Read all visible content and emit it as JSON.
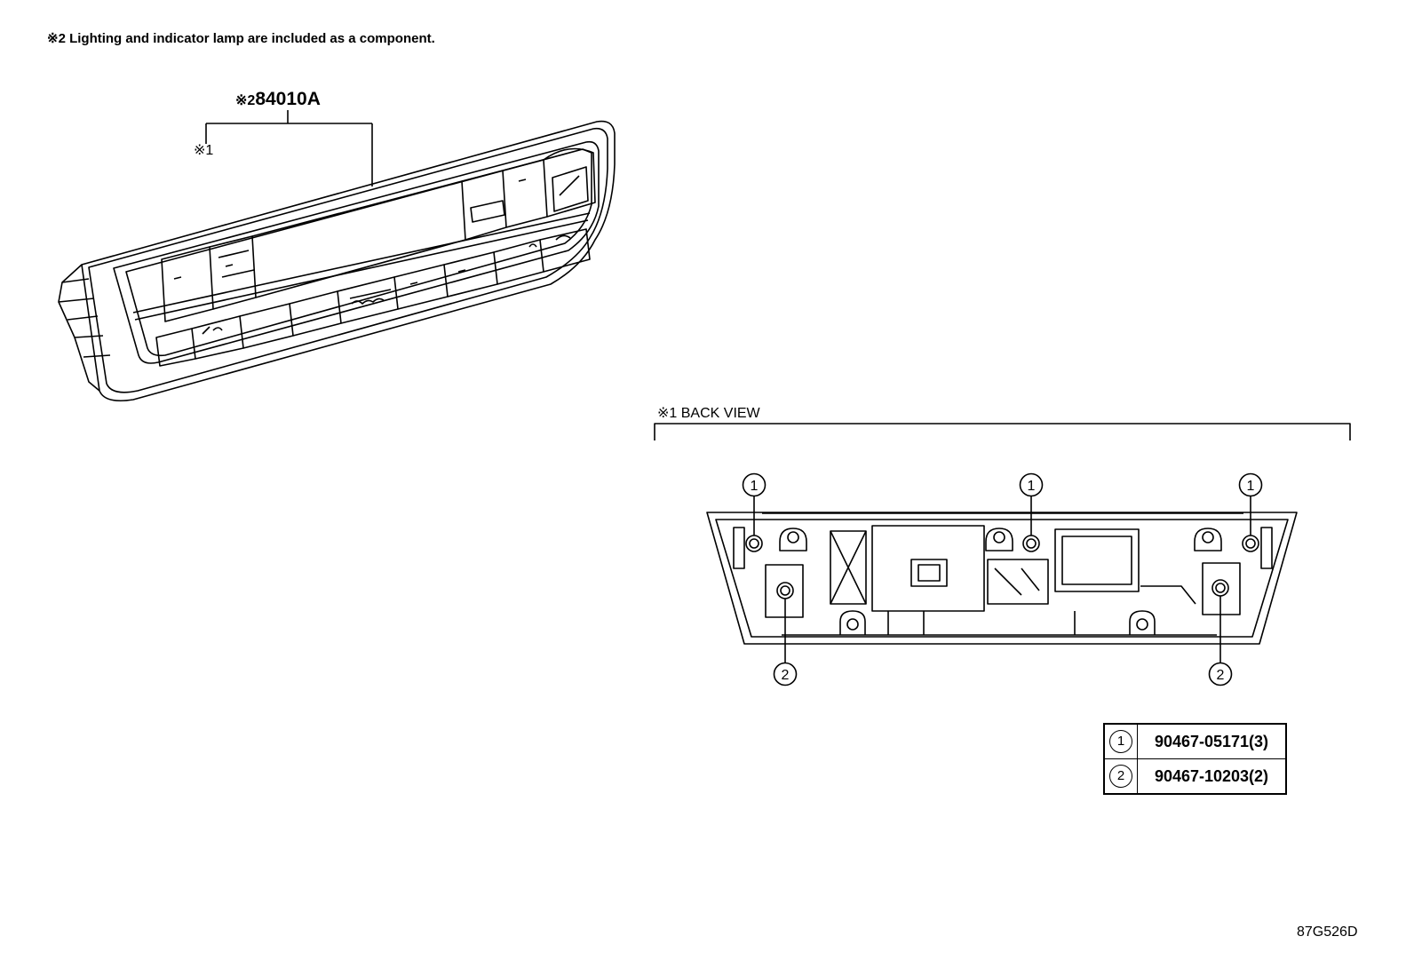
{
  "note": "※2 Lighting and indicator lamp are included as a component.",
  "part_number": {
    "mark": "※2",
    "number": "84010A"
  },
  "ref_marker": "※1",
  "back_view_title": "※1 BACK VIEW",
  "callouts": [
    "1",
    "1",
    "1",
    "2",
    "2"
  ],
  "legend": [
    {
      "number": "1",
      "part": "90467-05171(3)"
    },
    {
      "number": "2",
      "part": "90467-10203(2)"
    }
  ],
  "diagram_code": "87G526D",
  "colors": {
    "line": "#000000",
    "background": "#ffffff"
  }
}
